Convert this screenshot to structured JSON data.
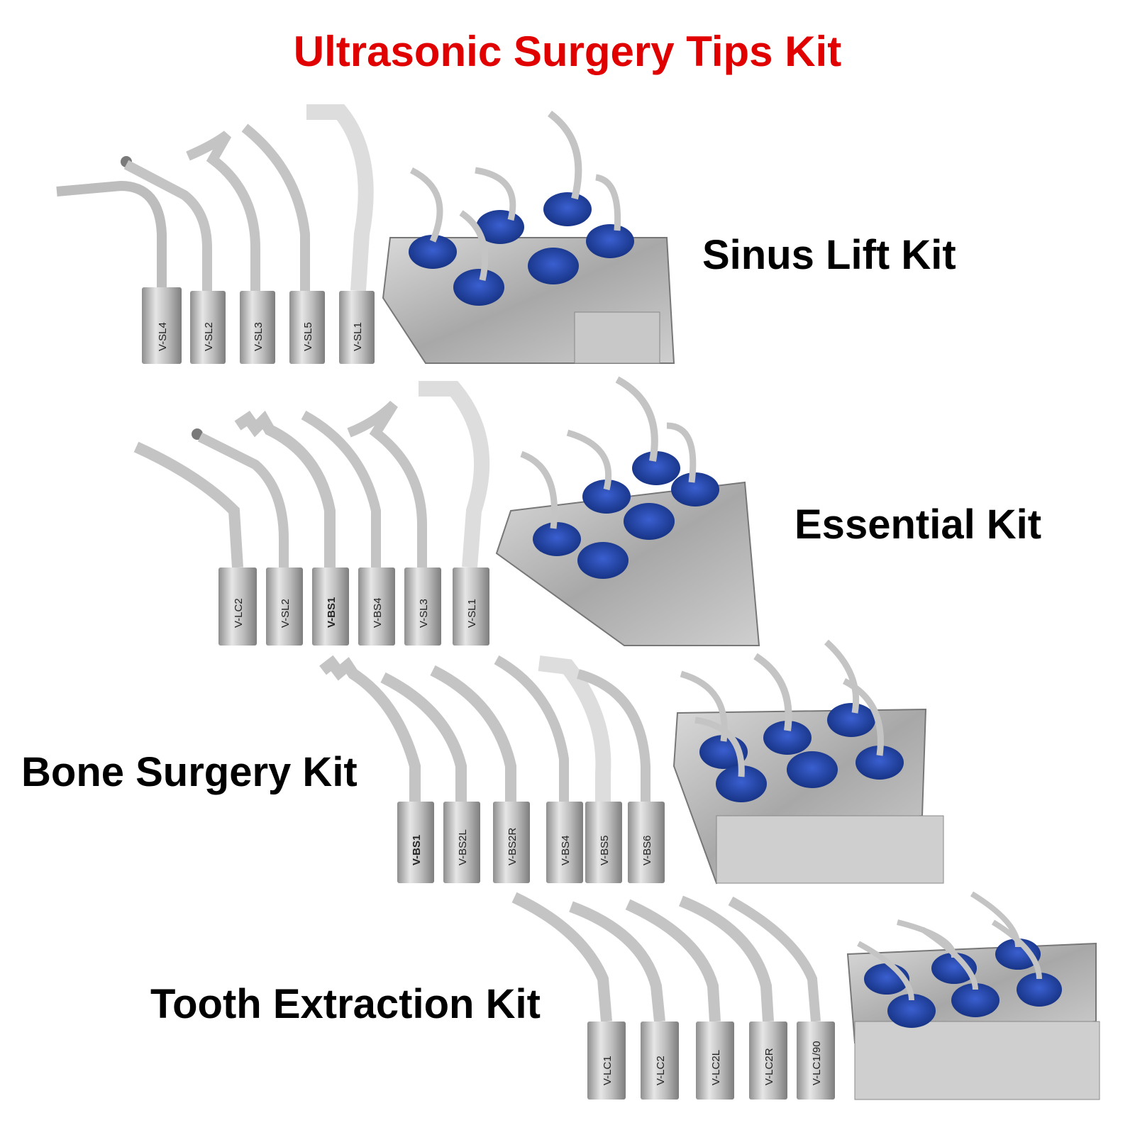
{
  "title": "Ultrasonic Surgery Tips Kit",
  "colors": {
    "title": "#e00000",
    "holder_blue": "#1f3fa3",
    "steel": "#b9b9b9"
  },
  "kits": [
    {
      "name": "Sinus Lift Kit",
      "tips": [
        "V-SL4",
        "V-SL2",
        "V-SL3",
        "V-SL5",
        "V-SL1"
      ]
    },
    {
      "name": "Essential Kit",
      "tips": [
        "V-LC2",
        "V-SL2",
        "V-BS1",
        "V-BS4",
        "V-SL3",
        "V-SL1"
      ]
    },
    {
      "name": "Bone Surgery Kit",
      "tips": [
        "V-BS1",
        "V-BS2L",
        "V-BS2R",
        "V-BS4",
        "V-BS5",
        "V-BS6"
      ]
    },
    {
      "name": "Tooth Extraction Kit",
      "tips": [
        "V-LC1",
        "V-LC2",
        "V-LC2L",
        "V-LC2R",
        "V-LC1/90"
      ]
    }
  ]
}
